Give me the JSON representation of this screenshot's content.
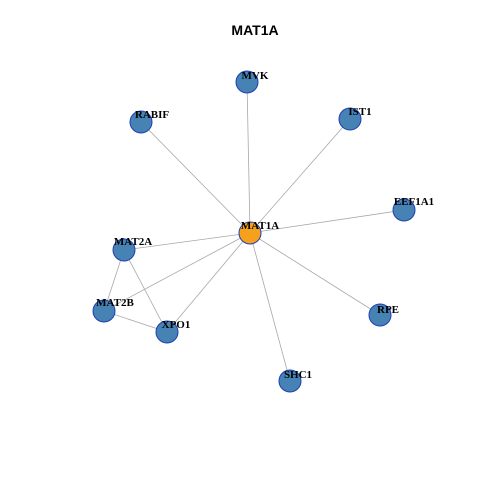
{
  "title": "MAT1A",
  "colors": {
    "center_node": "#f5a11d",
    "neighbor_node": "#4682b4",
    "node_border": "#1f3fb3",
    "edge": "#a8a8a8"
  },
  "nodes": [
    {
      "id": "MAT1A",
      "label": "MAT1A",
      "role": "center"
    },
    {
      "id": "MVK",
      "label": "MVK",
      "role": "neighbor"
    },
    {
      "id": "RABIF",
      "label": "RABIF",
      "role": "neighbor"
    },
    {
      "id": "IST1",
      "label": "IST1",
      "role": "neighbor"
    },
    {
      "id": "EEF1A1",
      "label": "EEF1A1",
      "role": "neighbor"
    },
    {
      "id": "MAT2A",
      "label": "MAT2A",
      "role": "neighbor"
    },
    {
      "id": "MAT2B",
      "label": "MAT2B",
      "role": "neighbor"
    },
    {
      "id": "XPO1",
      "label": "XPO1",
      "role": "neighbor"
    },
    {
      "id": "RPE",
      "label": "RPE",
      "role": "neighbor"
    },
    {
      "id": "SHC1",
      "label": "SHC1",
      "role": "neighbor"
    }
  ],
  "edges": [
    [
      "MAT1A",
      "MVK"
    ],
    [
      "MAT1A",
      "RABIF"
    ],
    [
      "MAT1A",
      "IST1"
    ],
    [
      "MAT1A",
      "EEF1A1"
    ],
    [
      "MAT1A",
      "MAT2A"
    ],
    [
      "MAT1A",
      "MAT2B"
    ],
    [
      "MAT1A",
      "XPO1"
    ],
    [
      "MAT1A",
      "RPE"
    ],
    [
      "MAT1A",
      "SHC1"
    ],
    [
      "MAT2A",
      "MAT2B"
    ],
    [
      "MAT2A",
      "XPO1"
    ],
    [
      "MAT2B",
      "XPO1"
    ]
  ]
}
